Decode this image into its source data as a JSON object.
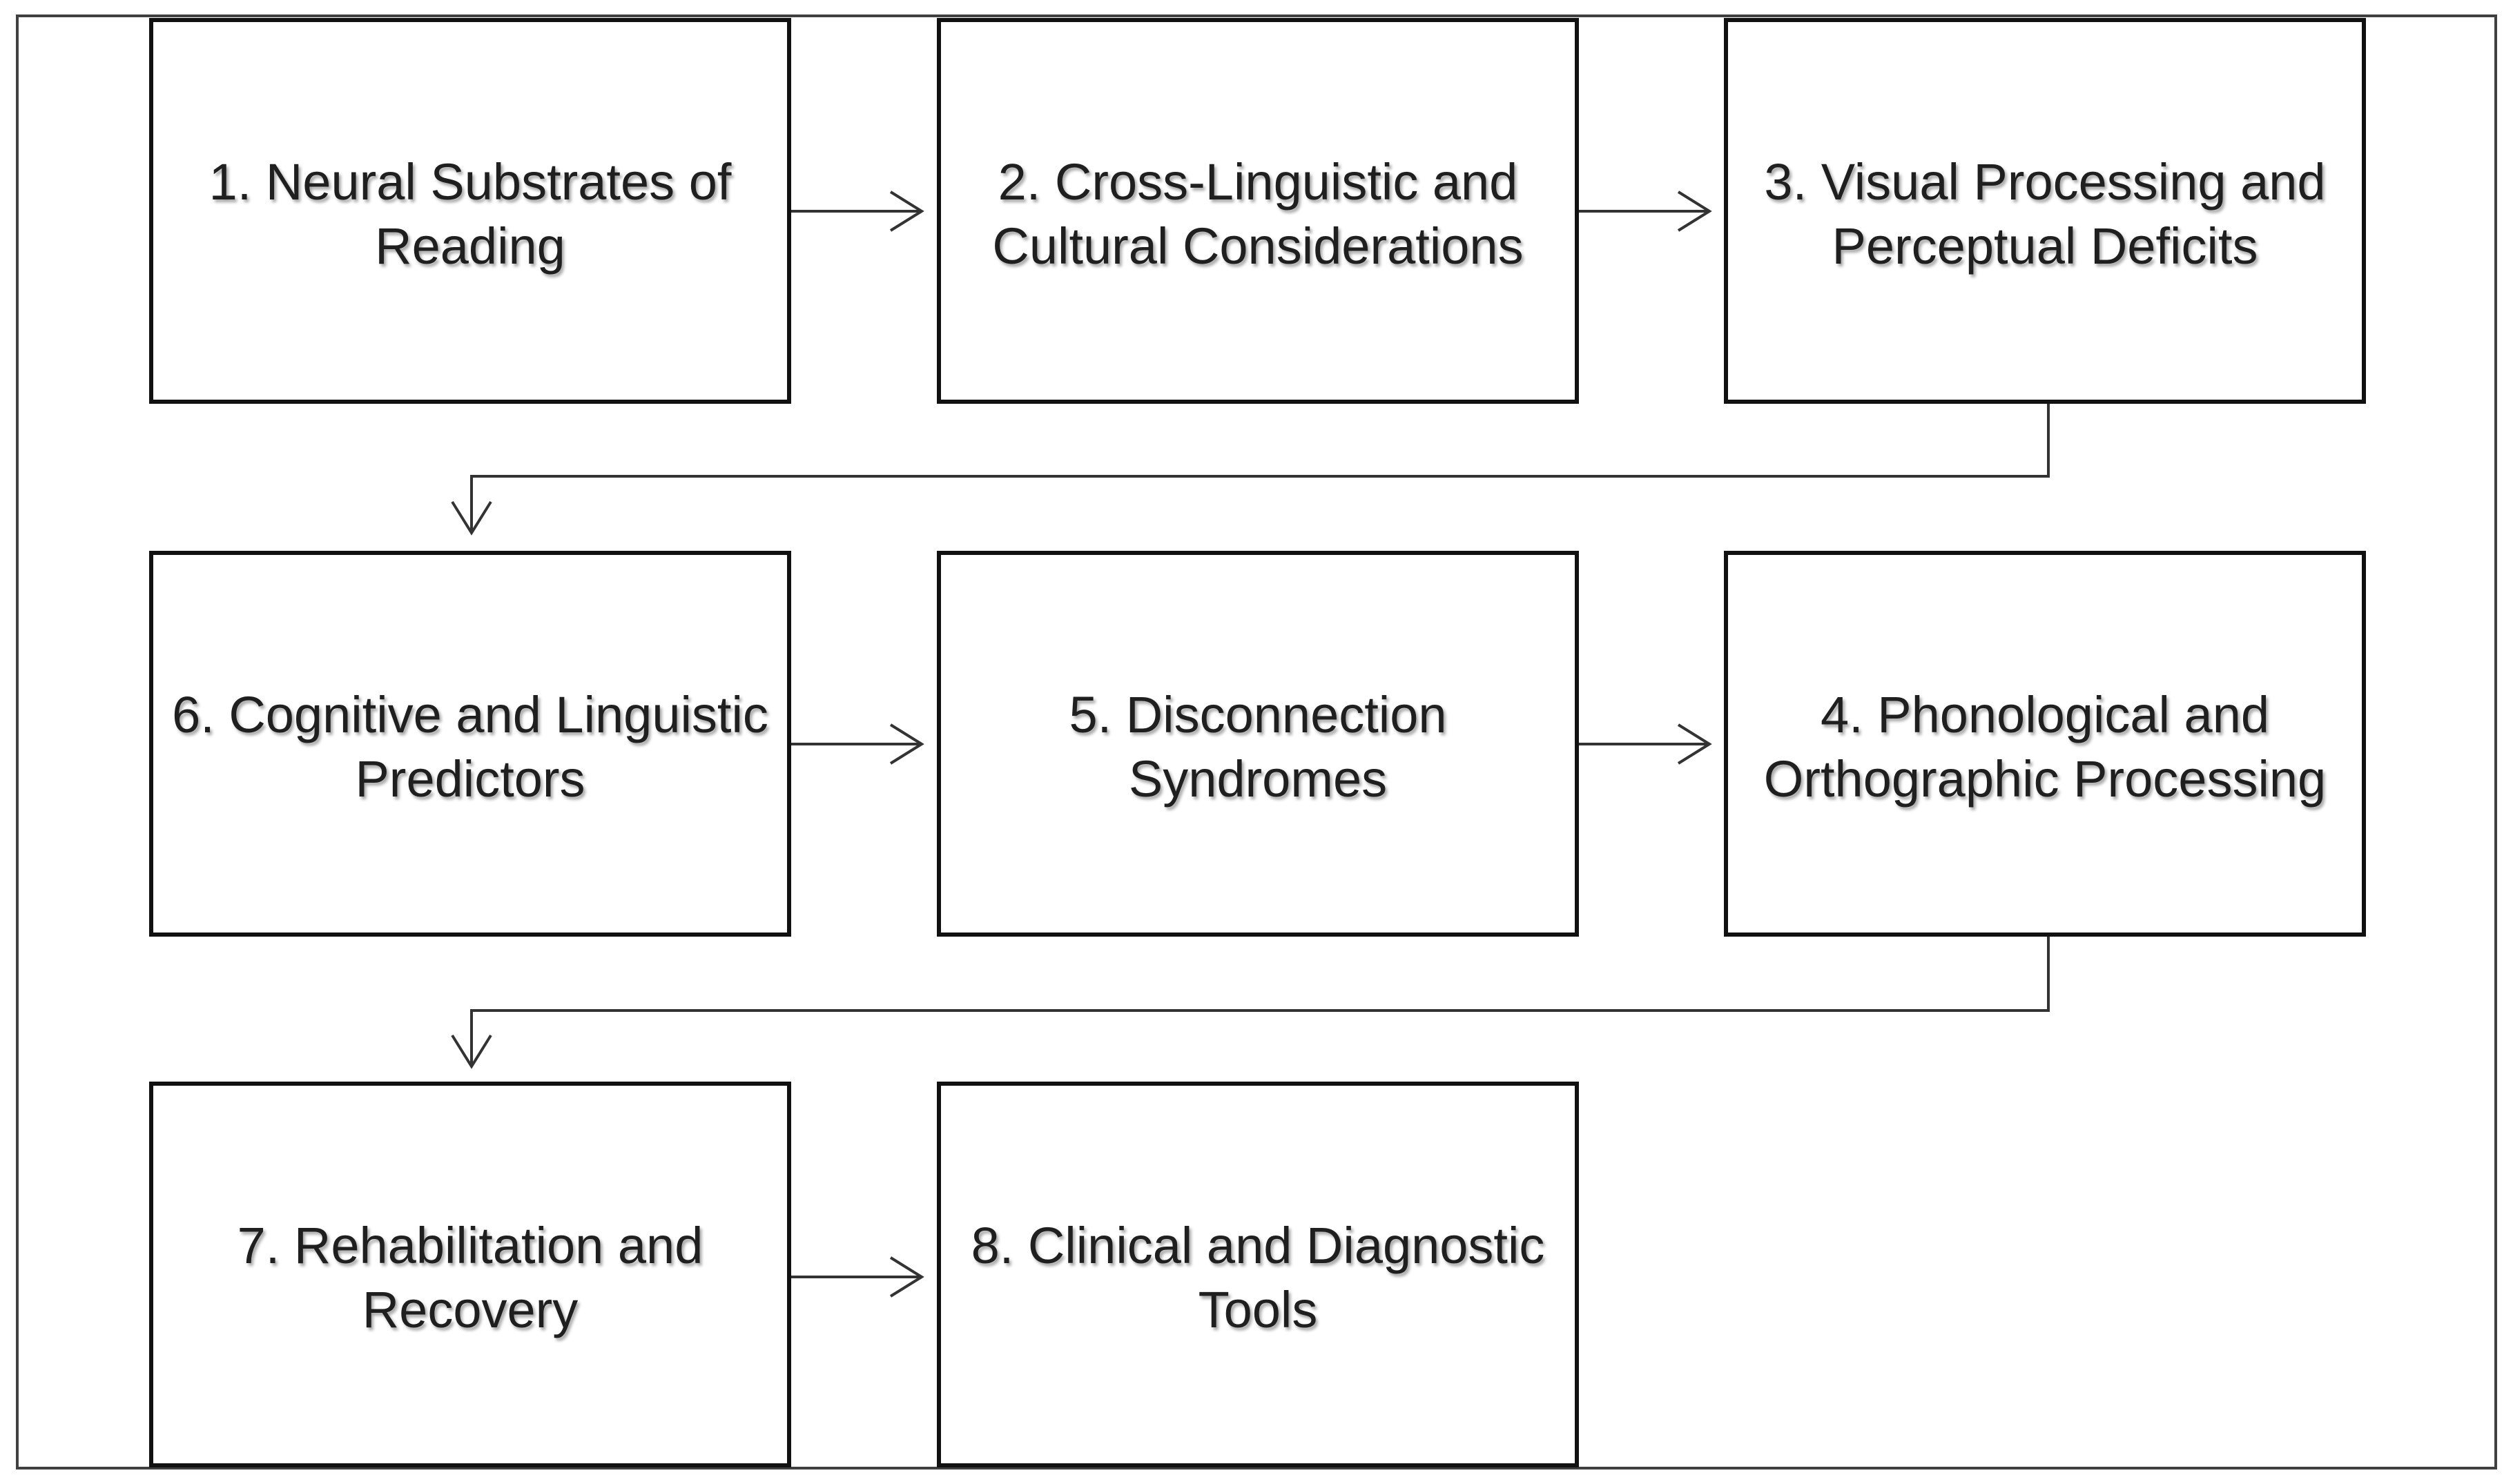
{
  "diagram": {
    "boxes": [
      {
        "id": "step-1",
        "label": "1. Neural Substrates of Reading"
      },
      {
        "id": "step-2",
        "label": "2. Cross-Linguistic and Cultural Considerations"
      },
      {
        "id": "step-3",
        "label": "3. Visual Processing and Perceptual Deficits"
      },
      {
        "id": "step-6",
        "label": "6. Cognitive and Linguistic Predictors"
      },
      {
        "id": "step-5",
        "label": "5. Disconnection Syndromes"
      },
      {
        "id": "step-4",
        "label": "4. Phonological and Orthographic Processing"
      },
      {
        "id": "step-7",
        "label": "7. Rehabilitation and Recovery"
      },
      {
        "id": "step-8",
        "label": "8. Clinical and Diagnostic Tools"
      }
    ],
    "edges": [
      {
        "from": "step-1",
        "to": "step-2"
      },
      {
        "from": "step-2",
        "to": "step-3"
      },
      {
        "from": "step-3",
        "to": "step-6"
      },
      {
        "from": "step-6",
        "to": "step-5"
      },
      {
        "from": "step-5",
        "to": "step-4"
      },
      {
        "from": "step-4",
        "to": "step-7"
      },
      {
        "from": "step-7",
        "to": "step-8"
      }
    ],
    "colors": {
      "box_border": "#111111",
      "arrow": "#333333",
      "text": "#1f1f1f",
      "frame": "#404040"
    }
  }
}
